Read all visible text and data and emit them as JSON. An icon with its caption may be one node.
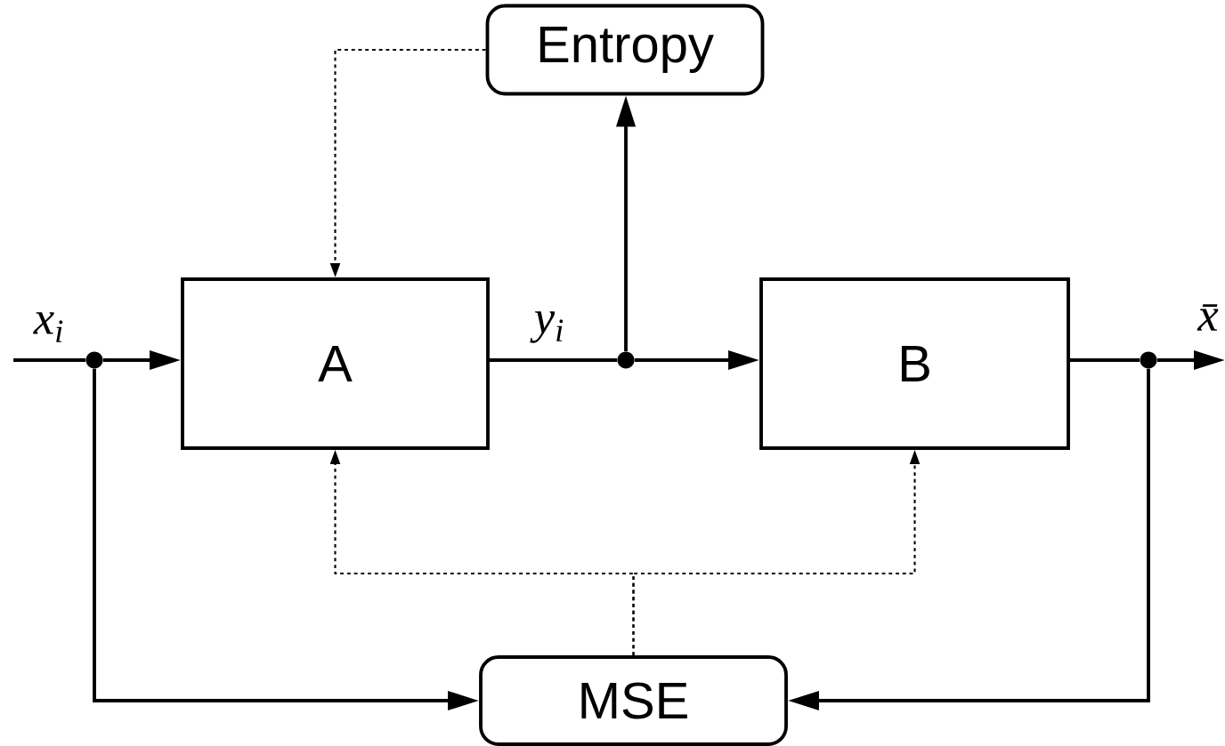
{
  "diagram": {
    "nodes": [
      {
        "text": [
          "Entropy"
        ]
      },
      {
        "text": [
          "A"
        ]
      },
      {
        "text": [
          "B"
        ]
      },
      {
        "text": [
          "MSE"
        ]
      },
      {
        "text": [],
        "shape": "circle"
      },
      {
        "text": [],
        "shape": "circle"
      },
      {
        "text": [],
        "shape": "circle"
      }
    ],
    "edges": [
      {
        "from": null,
        "to": 4,
        "arrow": "none"
      },
      {
        "from": 4,
        "to": 1,
        "arrow": "to"
      },
      {
        "from": 4,
        "to": 3,
        "arrow": "to"
      },
      {
        "from": 1,
        "to": 5,
        "arrow": "none"
      },
      {
        "from": 5,
        "to": 0,
        "arrow": "to"
      },
      {
        "from": 5,
        "to": 2,
        "arrow": "to"
      },
      {
        "from": 2,
        "to": 6,
        "arrow": "none"
      },
      {
        "from": 6,
        "to": null,
        "arrow": "to"
      },
      {
        "from": 6,
        "to": 3,
        "arrow": "to"
      },
      {
        "from": 0,
        "to": 1,
        "arrow": "to",
        "style": "dashed"
      },
      {
        "from": 3,
        "to": 1,
        "arrow": "to",
        "style": "dashed"
      },
      {
        "from": 3,
        "to": 2,
        "arrow": "to",
        "style": "dashed"
      }
    ],
    "labels": [
      "x$_{i}$",
      "y$_{i}$",
      "x̄"
    ]
  }
}
